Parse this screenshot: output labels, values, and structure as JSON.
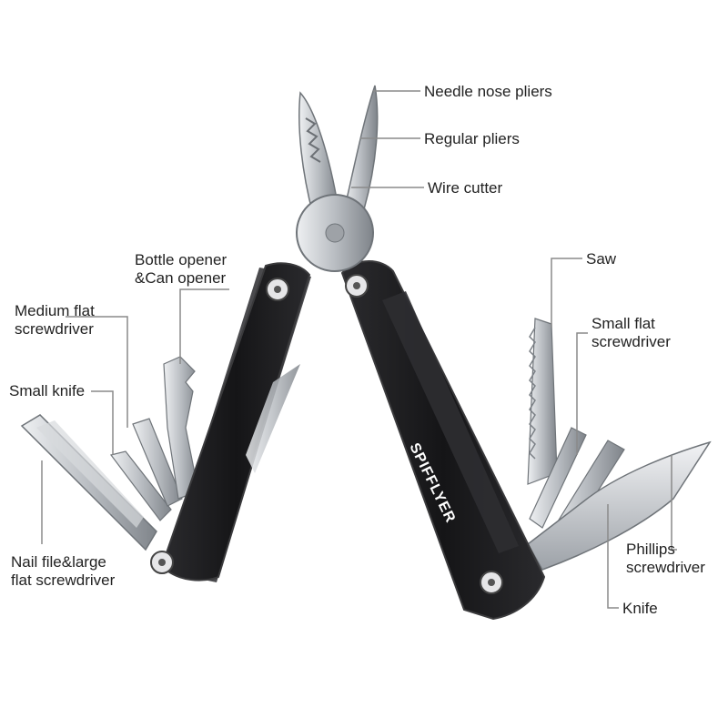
{
  "brand": "SPIFFLYER",
  "colors": {
    "handle": "#1c1c1e",
    "handle_edge": "#3a3a3c",
    "steel": "#c9ccd0",
    "steel_dark": "#8e9297",
    "leader": "#8a8a8a",
    "text": "#222222"
  },
  "labels": {
    "needle_nose": "Needle nose pliers",
    "regular": "Regular pliers",
    "wire_cutter": "Wire cutter",
    "bottle_opener": [
      "Bottle opener",
      "&Can opener"
    ],
    "medium_flat": [
      "Medium flat",
      "screwdriver"
    ],
    "small_knife": "Small knife",
    "nail_file": [
      "Nail file&large",
      "flat screwdriver"
    ],
    "saw": "Saw",
    "small_flat": [
      "Small flat",
      "screwdriver"
    ],
    "phillips": [
      "Phillips",
      "screwdriver"
    ],
    "knife": "Knife"
  }
}
